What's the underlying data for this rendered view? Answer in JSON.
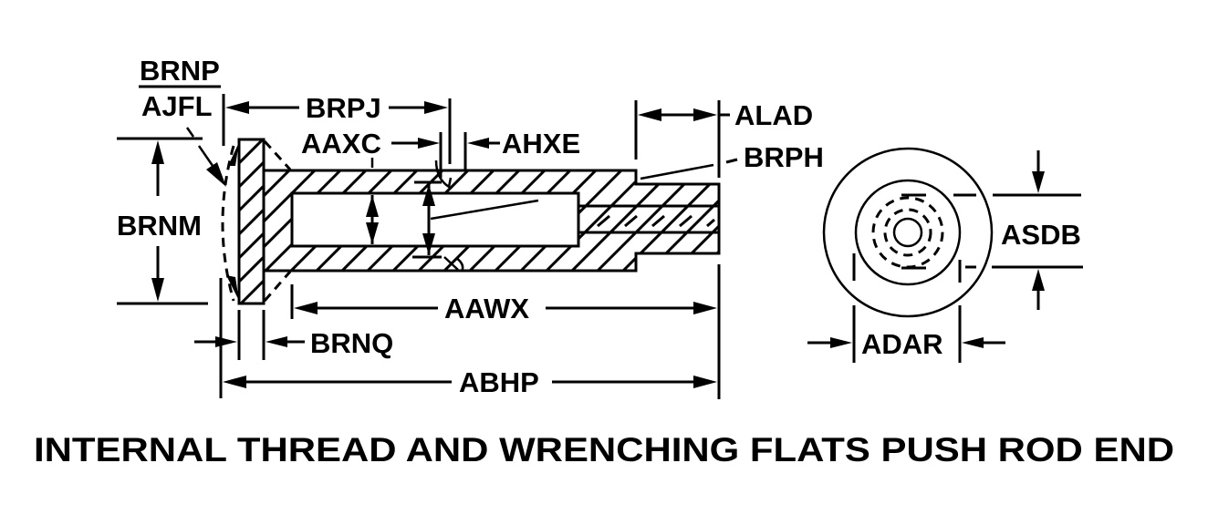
{
  "diagram": {
    "title": "INTERNAL THREAD AND WRENCHING FLATS PUSH ROD END",
    "side_view_labels": {
      "fraction_top": "BRNP",
      "fraction_bottom": "AJFL",
      "head_height": "BRNM",
      "thread_depth": "BRPJ",
      "bore_diameter": "AAXC",
      "thread_relief": "AHXE",
      "flat_length": "ALAD",
      "flat_note": "BRPH",
      "shank_length": "AAWX",
      "head_thickness": "BRNQ",
      "overall_length": "ABHP"
    },
    "end_view_labels": {
      "flats_width": "ASDB",
      "across_dim": "ADAR"
    },
    "colors": {
      "ink": "#000000",
      "paper": "#ffffff"
    }
  }
}
